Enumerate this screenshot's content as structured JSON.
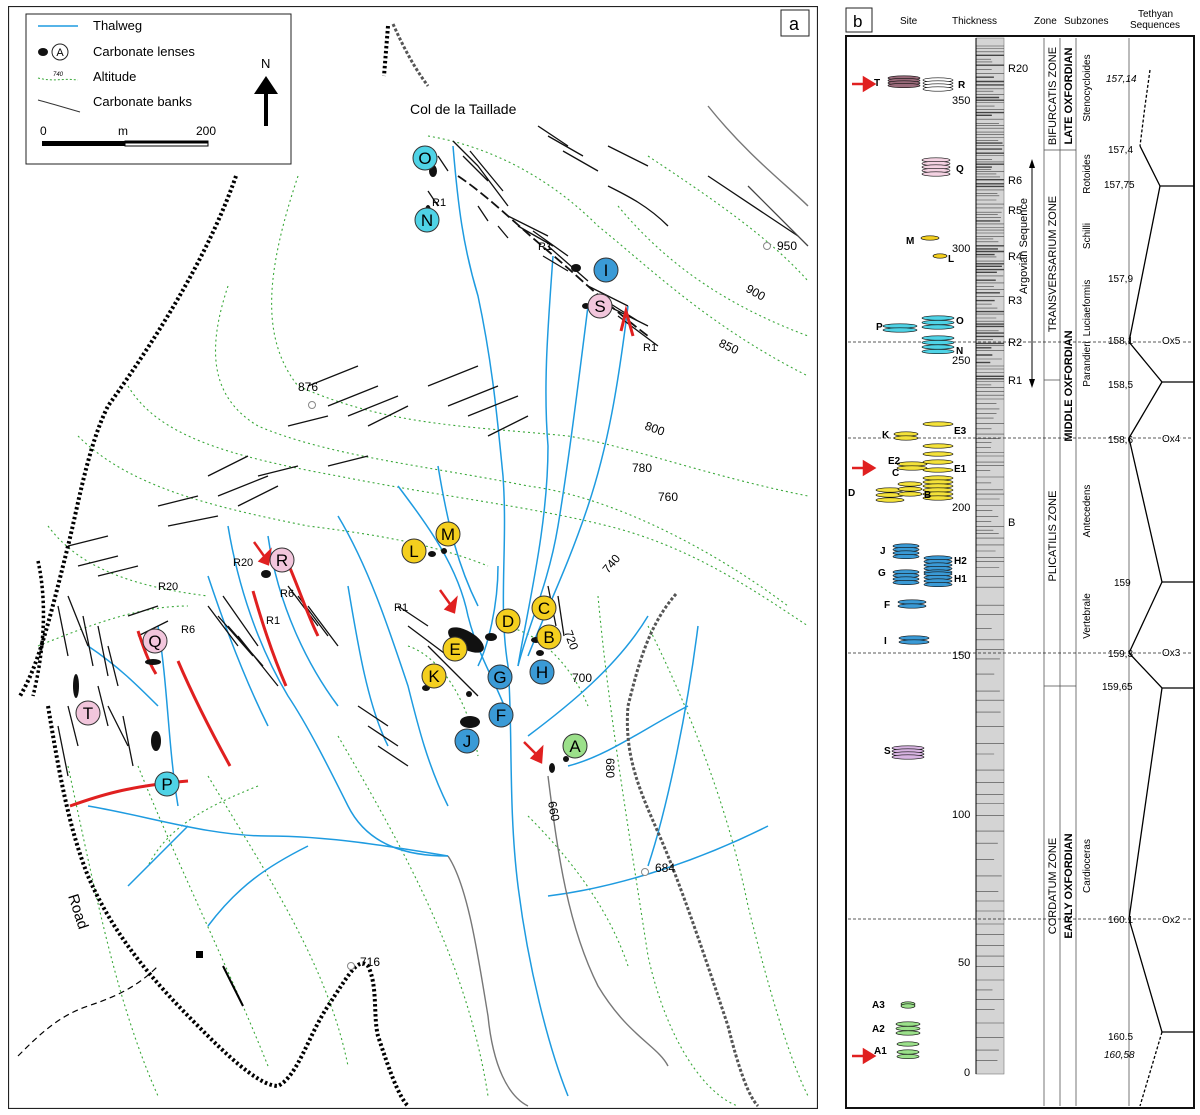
{
  "panel_a": {
    "letter": "a",
    "legend": {
      "thalweg": "Thalweg",
      "lenses": "Carbonate lenses",
      "lens_symbol": "A",
      "altitude": "Altitude",
      "altitude_sample": "740",
      "banks": "Carbonate banks",
      "north": "N",
      "scale_start": "0",
      "scale_unit": "m",
      "scale_end": "200"
    },
    "place_name": "Col de la Taillade",
    "road_label": "Road",
    "elevations": [
      {
        "text": "950"
      },
      {
        "text": "900"
      },
      {
        "text": "850"
      },
      {
        "text": "876"
      },
      {
        "text": "800"
      },
      {
        "text": "780"
      },
      {
        "text": "760"
      },
      {
        "text": "740"
      },
      {
        "text": "720"
      },
      {
        "text": "700"
      },
      {
        "text": "680"
      },
      {
        "text": "660"
      },
      {
        "text": "684"
      },
      {
        "text": "716"
      }
    ],
    "bank_labels": [
      "R1",
      "R1",
      "R1",
      "R20",
      "R20",
      "R6",
      "R6",
      "R1",
      "R1"
    ],
    "sites": [
      {
        "id": "O",
        "group": "cyan"
      },
      {
        "id": "N",
        "group": "cyan"
      },
      {
        "id": "I",
        "group": "blue"
      },
      {
        "id": "S",
        "group": "pink"
      },
      {
        "id": "M",
        "group": "yellow"
      },
      {
        "id": "L",
        "group": "yellow"
      },
      {
        "id": "R",
        "group": "pink"
      },
      {
        "id": "Q",
        "group": "pink"
      },
      {
        "id": "T",
        "group": "pink"
      },
      {
        "id": "P",
        "group": "cyan"
      },
      {
        "id": "C",
        "group": "yellow"
      },
      {
        "id": "D",
        "group": "yellow"
      },
      {
        "id": "B",
        "group": "yellow"
      },
      {
        "id": "E",
        "group": "yellow"
      },
      {
        "id": "K",
        "group": "yellow"
      },
      {
        "id": "G",
        "group": "blue"
      },
      {
        "id": "H",
        "group": "blue"
      },
      {
        "id": "F",
        "group": "blue"
      },
      {
        "id": "J",
        "group": "blue"
      },
      {
        "id": "A",
        "group": "green"
      }
    ],
    "colors": {
      "cyan": "#4fd3e6",
      "blue": "#3a9ad6",
      "pink": "#f2c6dc",
      "yellow": "#f4cf1e",
      "green": "#9be08a",
      "thalweg": "#1e9be0",
      "altitude": "#3aa83a",
      "fault": "#e02020"
    }
  },
  "panel_b": {
    "letter": "b",
    "headers": {
      "site": "Site",
      "thickness": "Thickness",
      "zone": "Zone",
      "subzones": "Subzones",
      "tethyan": "Tethyan",
      "sequences": "Sequences"
    },
    "thickness_ticks": [
      "350",
      "300",
      "250",
      "200",
      "150",
      "100",
      "50",
      "0"
    ],
    "r_labels": [
      "R20",
      "R6",
      "R5",
      "R4",
      "R3",
      "R2",
      "R1",
      "B"
    ],
    "zones": [
      "BIFURCATIS ZONE",
      "TRANSVERSARIUM ZONE",
      "PLICATILIS ZONE",
      "CORDATUM ZONE"
    ],
    "stages": [
      "LATE OXFORDIAN",
      "MIDDLE OXFORDIAN",
      "EARLY OXFORDIAN"
    ],
    "argovian": "Argovian Sequence",
    "subzones": [
      "Stenocycloides",
      "Rotoides",
      "Schilli",
      "Luciaeformis",
      "Parandieri",
      "Antecedens",
      "Vertebrale",
      "Cardioceras"
    ],
    "ages": [
      "157,14",
      "157,4",
      "157,75",
      "157,9",
      "158,1",
      "158,5",
      "158,6",
      "159",
      "159,3",
      "159,65",
      "160.1",
      "160.5",
      "160,58"
    ],
    "sequences": [
      "Ox5",
      "Ox4",
      "Ox3",
      "Ox2"
    ],
    "site_labels": [
      "T",
      "R",
      "Q",
      "M",
      "L",
      "P",
      "O",
      "N",
      "K",
      "E3",
      "E2",
      "C",
      "E1",
      "D",
      "B",
      "J",
      "H2",
      "G",
      "H1",
      "F",
      "I",
      "S",
      "A3",
      "A2",
      "A1"
    ],
    "colors": {
      "T": "#9a6a7a",
      "R": "#ffffff",
      "Q": "#f4d2e2",
      "ML": "#f4cf1e",
      "PON": "#4fd3e6",
      "yellow": "#f4e23a",
      "blue": "#3a9ad6",
      "S": "#d8b4e2",
      "green": "#9be08a",
      "column": "#d4d4d4",
      "arrow": "#e02020"
    }
  }
}
